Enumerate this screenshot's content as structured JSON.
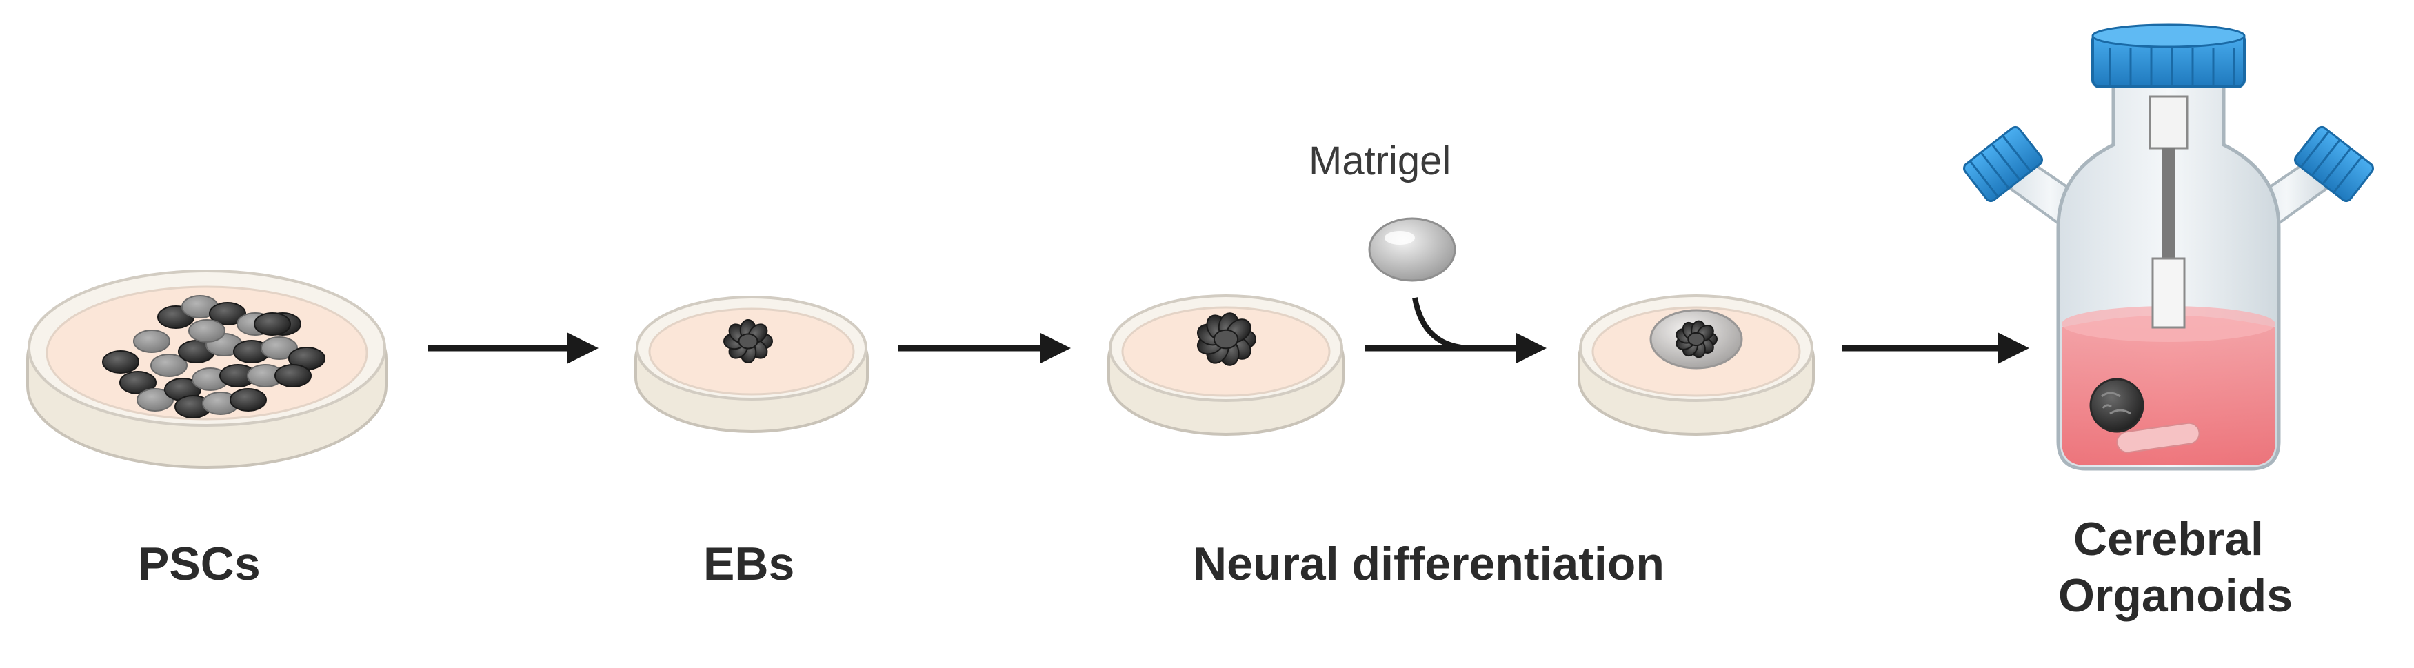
{
  "stages": [
    {
      "id": "pscs",
      "label": "PSCs"
    },
    {
      "id": "ebs",
      "label": "EBs"
    },
    {
      "id": "neural",
      "label": "Neural differentiation"
    },
    {
      "id": "organoids",
      "label_line1": "Cerebral",
      "label_line2": "Organoids"
    }
  ],
  "reagent": {
    "label": "Matrigel"
  },
  "colors": {
    "arrow": "#1a1a1a",
    "dish_medium": "#fbe6d8",
    "cells_dark": "#3a3a3a",
    "cap_blue": "#2a8fd4",
    "medium_pink": "#f07a80"
  }
}
